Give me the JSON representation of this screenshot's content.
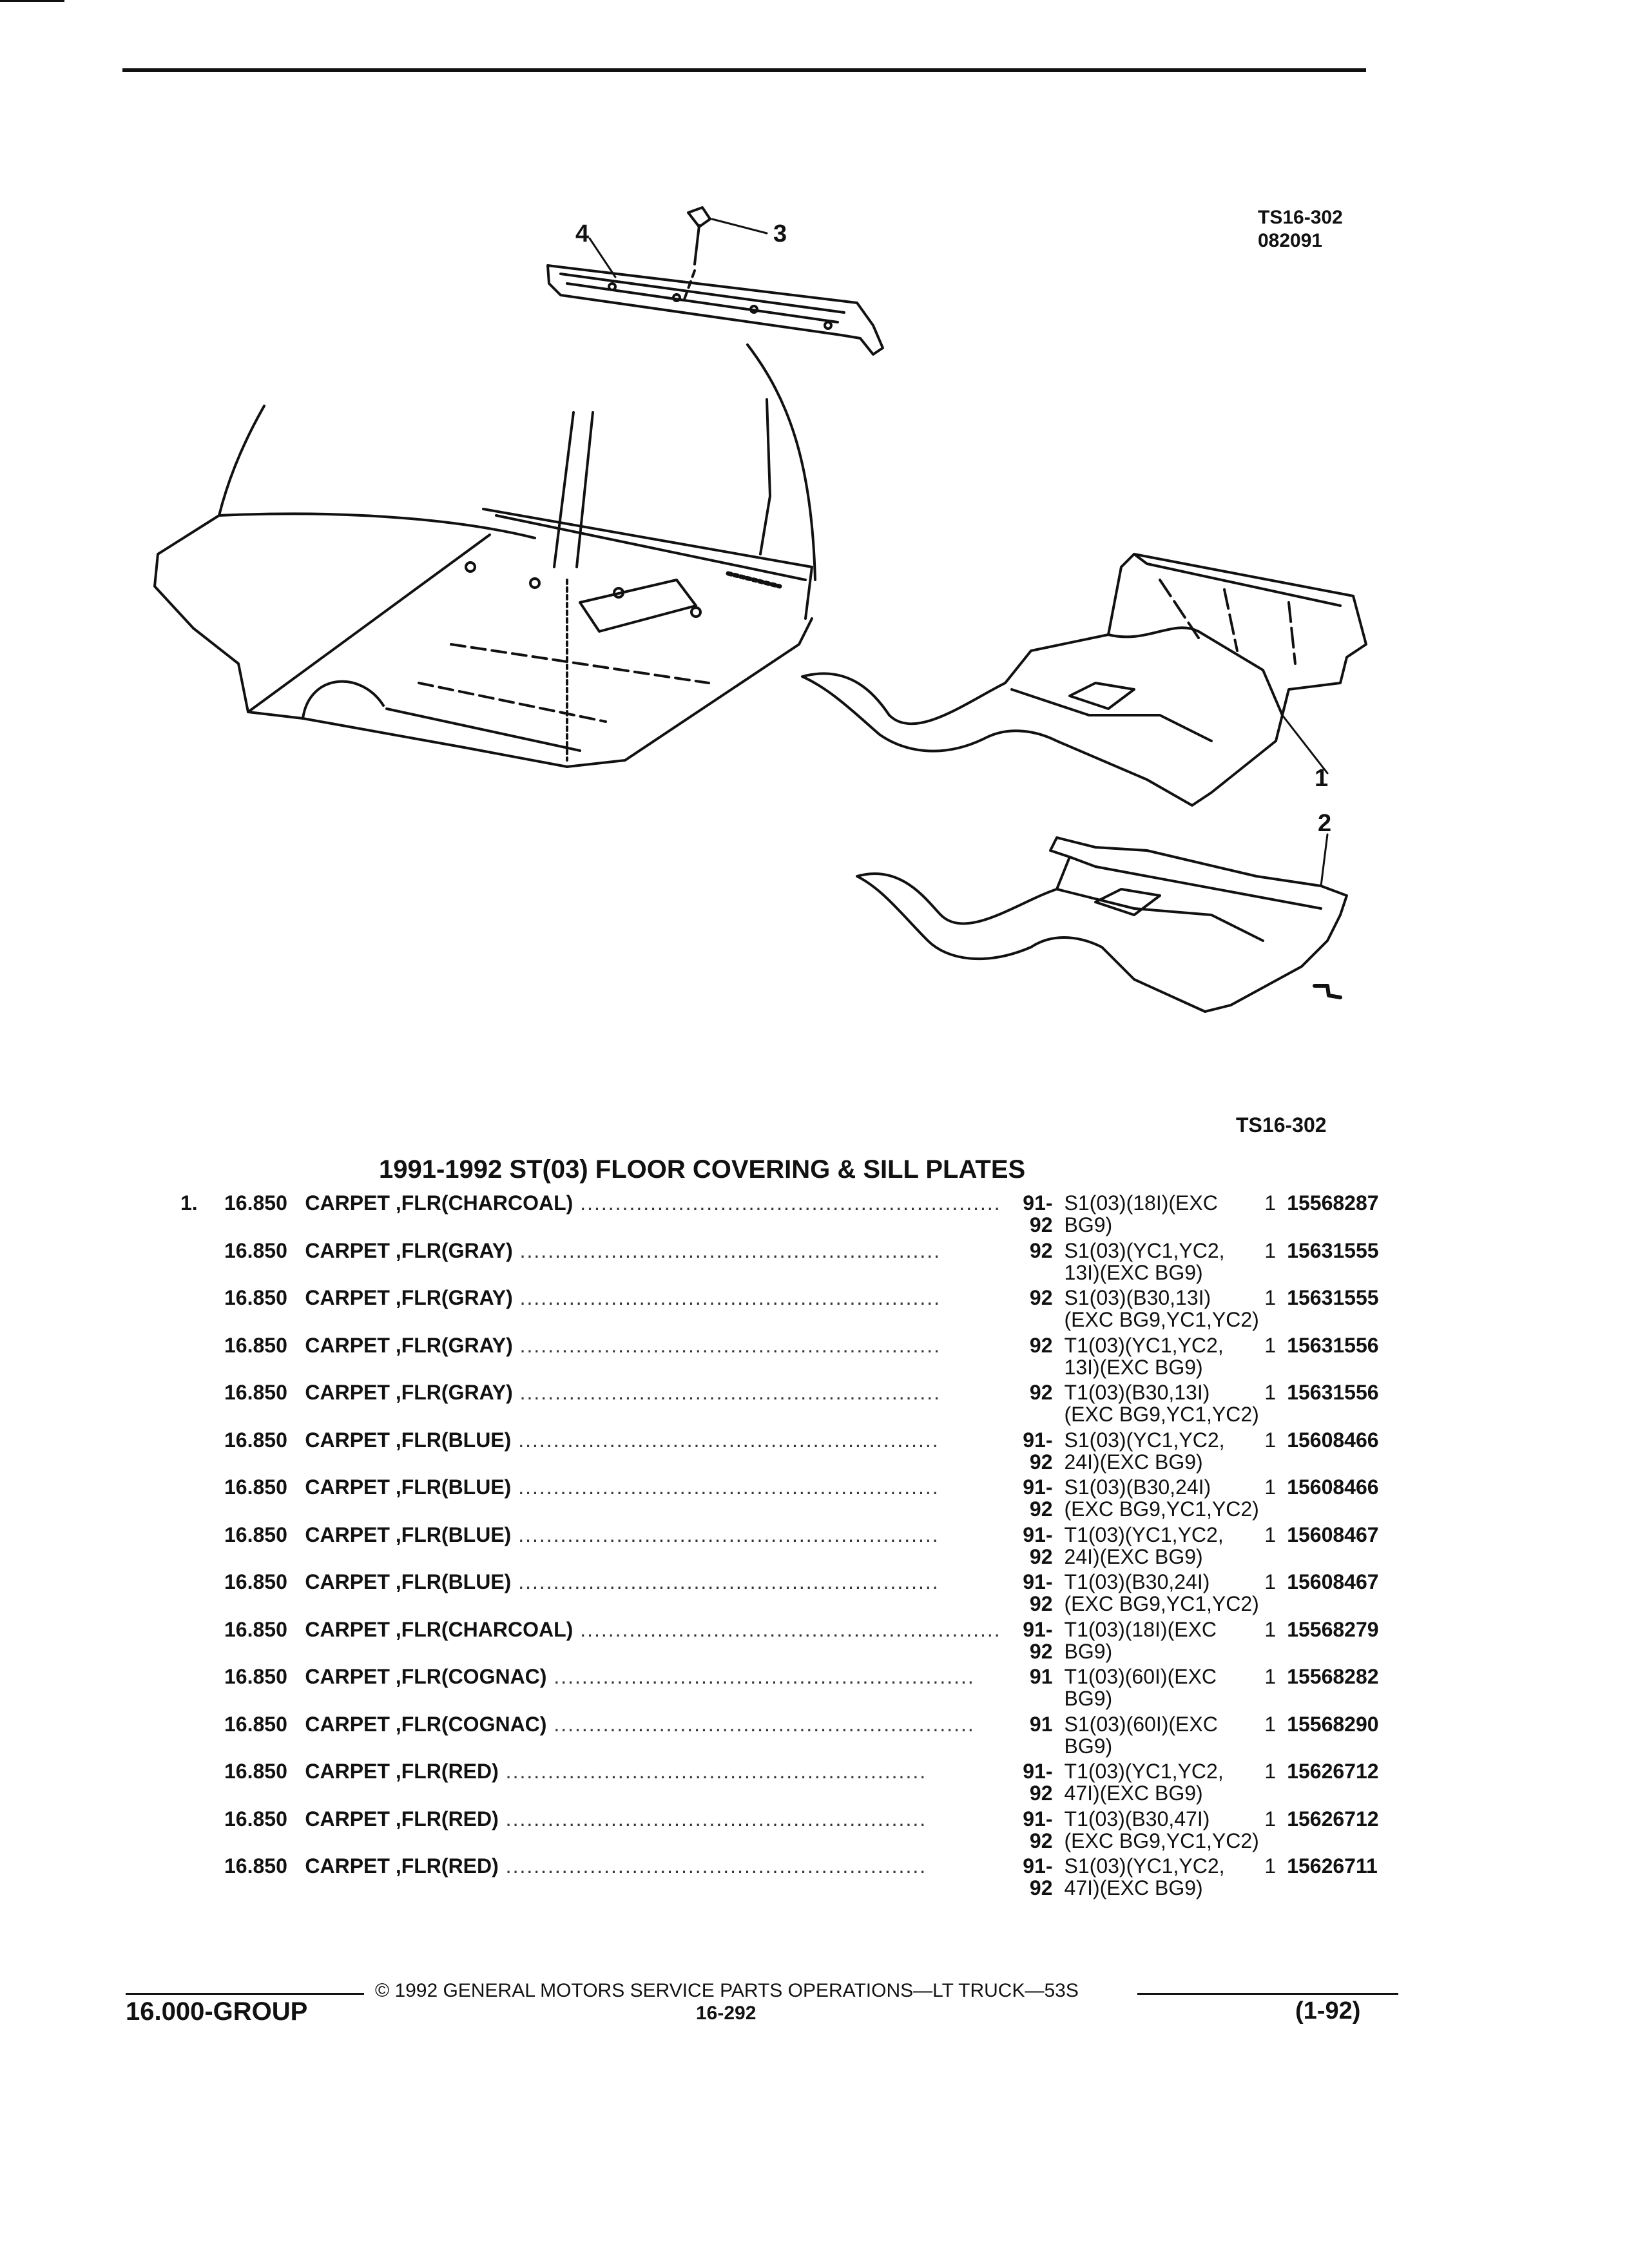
{
  "figure": {
    "code": "TS16-302",
    "date": "082091",
    "code_bottom": "TS16-302",
    "callouts": [
      "1",
      "2",
      "3",
      "4"
    ]
  },
  "section": {
    "title": "1991-1992 ST(03) FLOOR COVERING & SILL PLATES"
  },
  "parts": [
    {
      "item": "1.",
      "code": "16.850",
      "desc": "CARPET ,FLR(CHARCOAL)",
      "years": "91-92",
      "usage1": "S1(03)(18I)(EXC",
      "usage2": "BG9)",
      "qty": "1",
      "part": "15568287"
    },
    {
      "item": "",
      "code": "16.850",
      "desc": "CARPET ,FLR(GRAY)",
      "years": "92",
      "usage1": "S1(03)(YC1,YC2,",
      "usage2": "13I)(EXC BG9)",
      "qty": "1",
      "part": "15631555"
    },
    {
      "item": "",
      "code": "16.850",
      "desc": "CARPET ,FLR(GRAY)",
      "years": "92",
      "usage1": "S1(03)(B30,13I)",
      "usage2": "(EXC BG9,YC1,YC2)",
      "qty": "1",
      "part": "15631555"
    },
    {
      "item": "",
      "code": "16.850",
      "desc": "CARPET ,FLR(GRAY)",
      "years": "92",
      "usage1": "T1(03)(YC1,YC2,",
      "usage2": "13I)(EXC BG9)",
      "qty": "1",
      "part": "15631556"
    },
    {
      "item": "",
      "code": "16.850",
      "desc": "CARPET ,FLR(GRAY)",
      "years": "92",
      "usage1": "T1(03)(B30,13I)",
      "usage2": "(EXC BG9,YC1,YC2)",
      "qty": "1",
      "part": "15631556"
    },
    {
      "item": "",
      "code": "16.850",
      "desc": "CARPET ,FLR(BLUE)",
      "years": "91-92",
      "usage1": "S1(03)(YC1,YC2,",
      "usage2": "24I)(EXC BG9)",
      "qty": "1",
      "part": "15608466"
    },
    {
      "item": "",
      "code": "16.850",
      "desc": "CARPET ,FLR(BLUE)",
      "years": "91-92",
      "usage1": "S1(03)(B30,24I)",
      "usage2": "(EXC BG9,YC1,YC2)",
      "qty": "1",
      "part": "15608466"
    },
    {
      "item": "",
      "code": "16.850",
      "desc": "CARPET ,FLR(BLUE)",
      "years": "91-92",
      "usage1": "T1(03)(YC1,YC2,",
      "usage2": "24I)(EXC BG9)",
      "qty": "1",
      "part": "15608467"
    },
    {
      "item": "",
      "code": "16.850",
      "desc": "CARPET ,FLR(BLUE)",
      "years": "91-92",
      "usage1": "T1(03)(B30,24I)",
      "usage2": "(EXC BG9,YC1,YC2)",
      "qty": "1",
      "part": "15608467"
    },
    {
      "item": "",
      "code": "16.850",
      "desc": "CARPET ,FLR(CHARCOAL)",
      "years": "91-92",
      "usage1": "T1(03)(18I)(EXC",
      "usage2": "BG9)",
      "qty": "1",
      "part": "15568279"
    },
    {
      "item": "",
      "code": "16.850",
      "desc": "CARPET ,FLR(COGNAC)",
      "years": "91",
      "usage1": "T1(03)(60I)(EXC",
      "usage2": "BG9)",
      "qty": "1",
      "part": "15568282"
    },
    {
      "item": "",
      "code": "16.850",
      "desc": "CARPET ,FLR(COGNAC)",
      "years": "91",
      "usage1": "S1(03)(60I)(EXC",
      "usage2": "BG9)",
      "qty": "1",
      "part": "15568290"
    },
    {
      "item": "",
      "code": "16.850",
      "desc": "CARPET ,FLR(RED)",
      "years": "91-92",
      "usage1": "T1(03)(YC1,YC2,",
      "usage2": "47I)(EXC BG9)",
      "qty": "1",
      "part": "15626712"
    },
    {
      "item": "",
      "code": "16.850",
      "desc": "CARPET ,FLR(RED)",
      "years": "91-92",
      "usage1": "T1(03)(B30,47I)",
      "usage2": "(EXC BG9,YC1,YC2)",
      "qty": "1",
      "part": "15626712"
    },
    {
      "item": "",
      "code": "16.850",
      "desc": "CARPET ,FLR(RED)",
      "years": "91-92",
      "usage1": "S1(03)(YC1,YC2,",
      "usage2": "47I)(EXC BG9)",
      "qty": "1",
      "part": "15626711"
    }
  ],
  "footer": {
    "copyright": "© 1992 GENERAL MOTORS SERVICE PARTS OPERATIONS—LT TRUCK—53S",
    "group": "16.000-GROUP",
    "page": "16-292",
    "revision": "(1-92)"
  }
}
